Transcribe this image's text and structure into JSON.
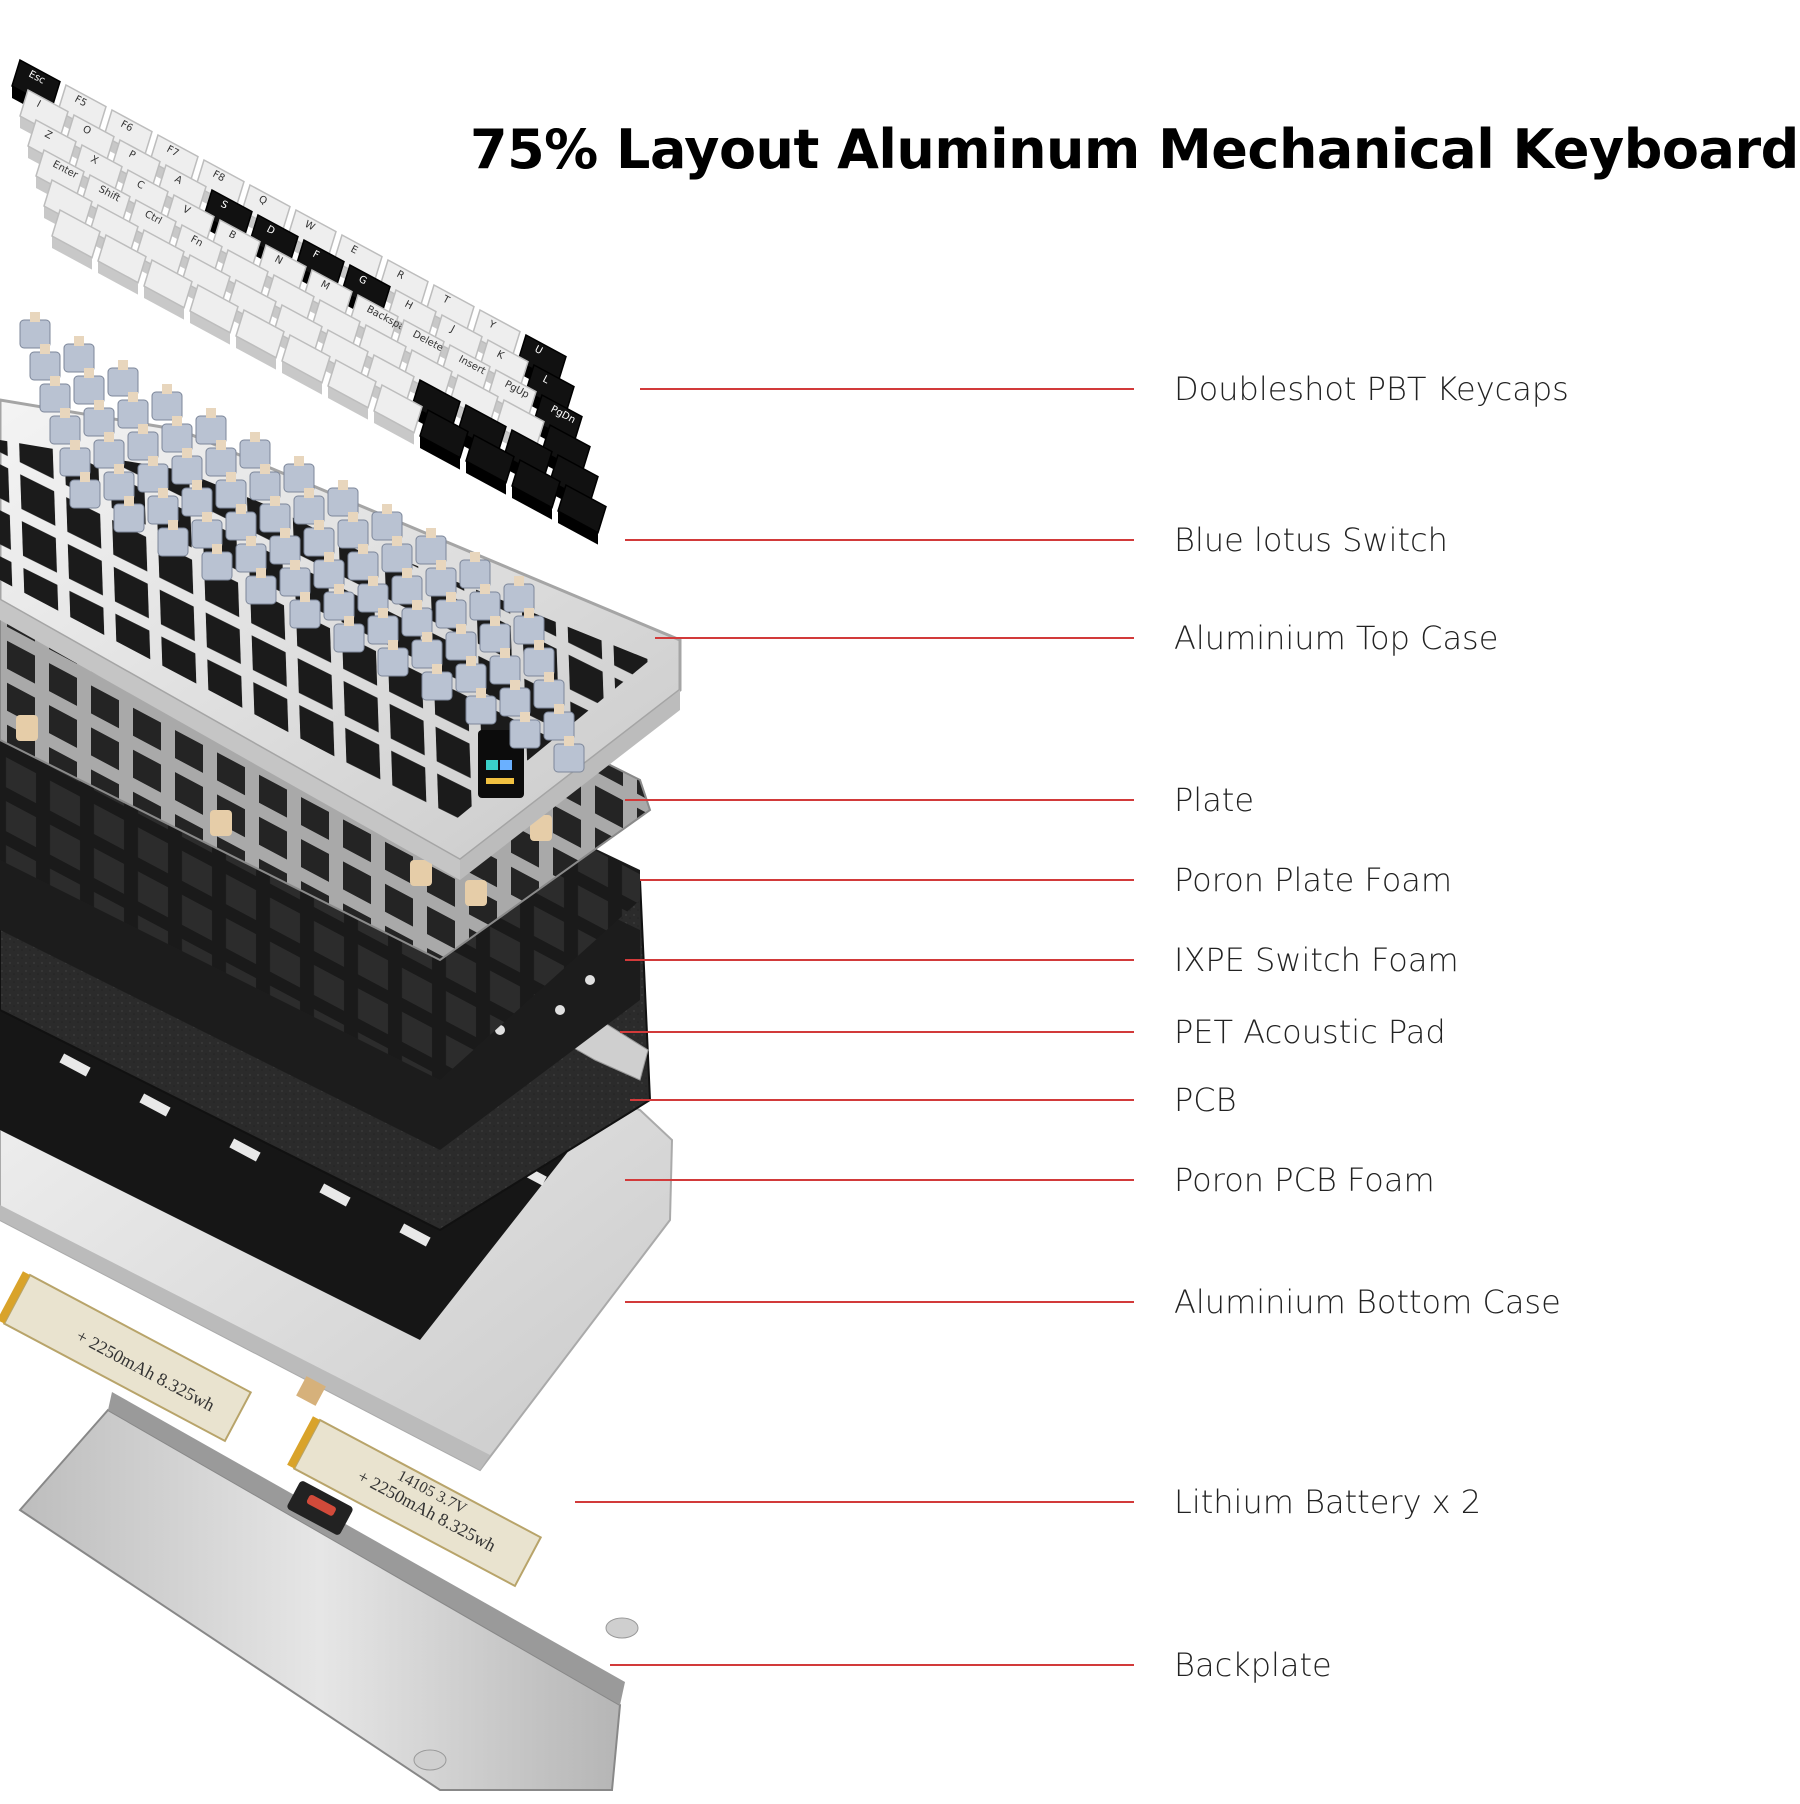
{
  "title": "75% Layout Aluminum Mechanical Keyboard",
  "colors": {
    "leader_line": "#d23a3a",
    "keycap_white": "#eeeeee",
    "keycap_black": "#111111",
    "switch_body": "#b9c2d2",
    "aluminium": "#d9d9d9",
    "foam_black": "#1a1a1a",
    "battery": "#e8e2cf"
  },
  "battery_print": [
    "+ 2250mAh 8.325wh",
    "14105 3.7V"
  ],
  "keycap_legends": [
    "Esc",
    "F5",
    "F6",
    "F7",
    "F8",
    "Q",
    "W",
    "E",
    "R",
    "T",
    "Y",
    "U",
    "I",
    "O",
    "P",
    "A",
    "S",
    "D",
    "F",
    "G",
    "H",
    "J",
    "K",
    "L",
    "Z",
    "X",
    "C",
    "V",
    "B",
    "N",
    "M",
    "Backspace",
    "Delete",
    "Insert",
    "PgUp",
    "PgDn",
    "Enter",
    "Shift",
    "Ctrl",
    "Fn"
  ],
  "layers": [
    {
      "label": "Doubleshot PBT Keycaps"
    },
    {
      "label": "Blue lotus Switch"
    },
    {
      "label": "Aluminium Top Case"
    },
    {
      "label": "Plate"
    },
    {
      "label": "Poron Plate Foam"
    },
    {
      "label": "IXPE Switch Foam"
    },
    {
      "label": "PET Acoustic Pad"
    },
    {
      "label": "PCB"
    },
    {
      "label": "Poron PCB Foam"
    },
    {
      "label": "Aluminium Bottom Case"
    },
    {
      "label": "Lithium Battery x 2"
    },
    {
      "label": "Backplate"
    }
  ]
}
